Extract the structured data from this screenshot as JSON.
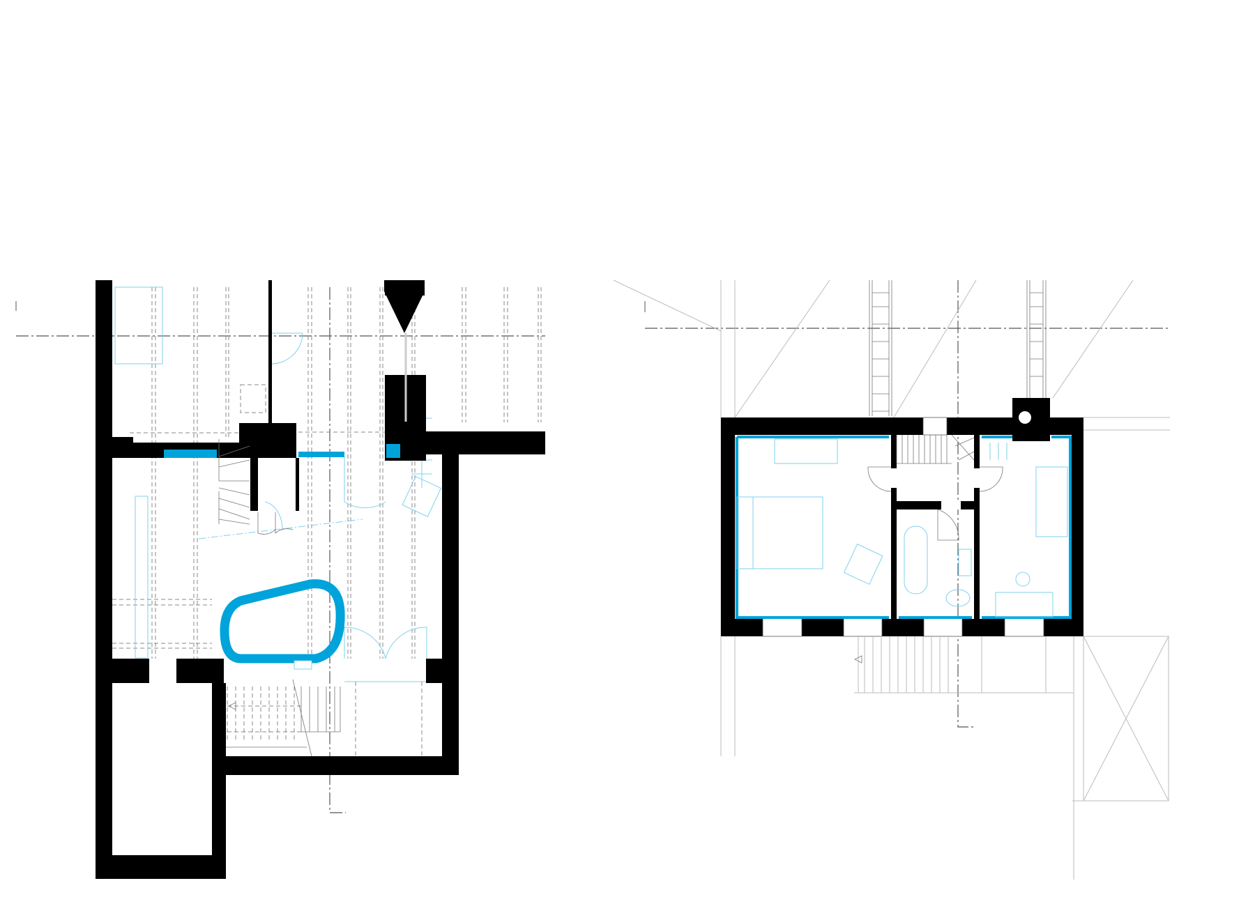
{
  "drawing": {
    "type": "architectural floor plans",
    "plans": [
      "lower-floor-plan",
      "upper-floor-plan"
    ],
    "colors": {
      "walls": "#000000",
      "new_construction": "#00a3da",
      "furniture": "#7fd0ee",
      "background": "#ffffff"
    }
  }
}
